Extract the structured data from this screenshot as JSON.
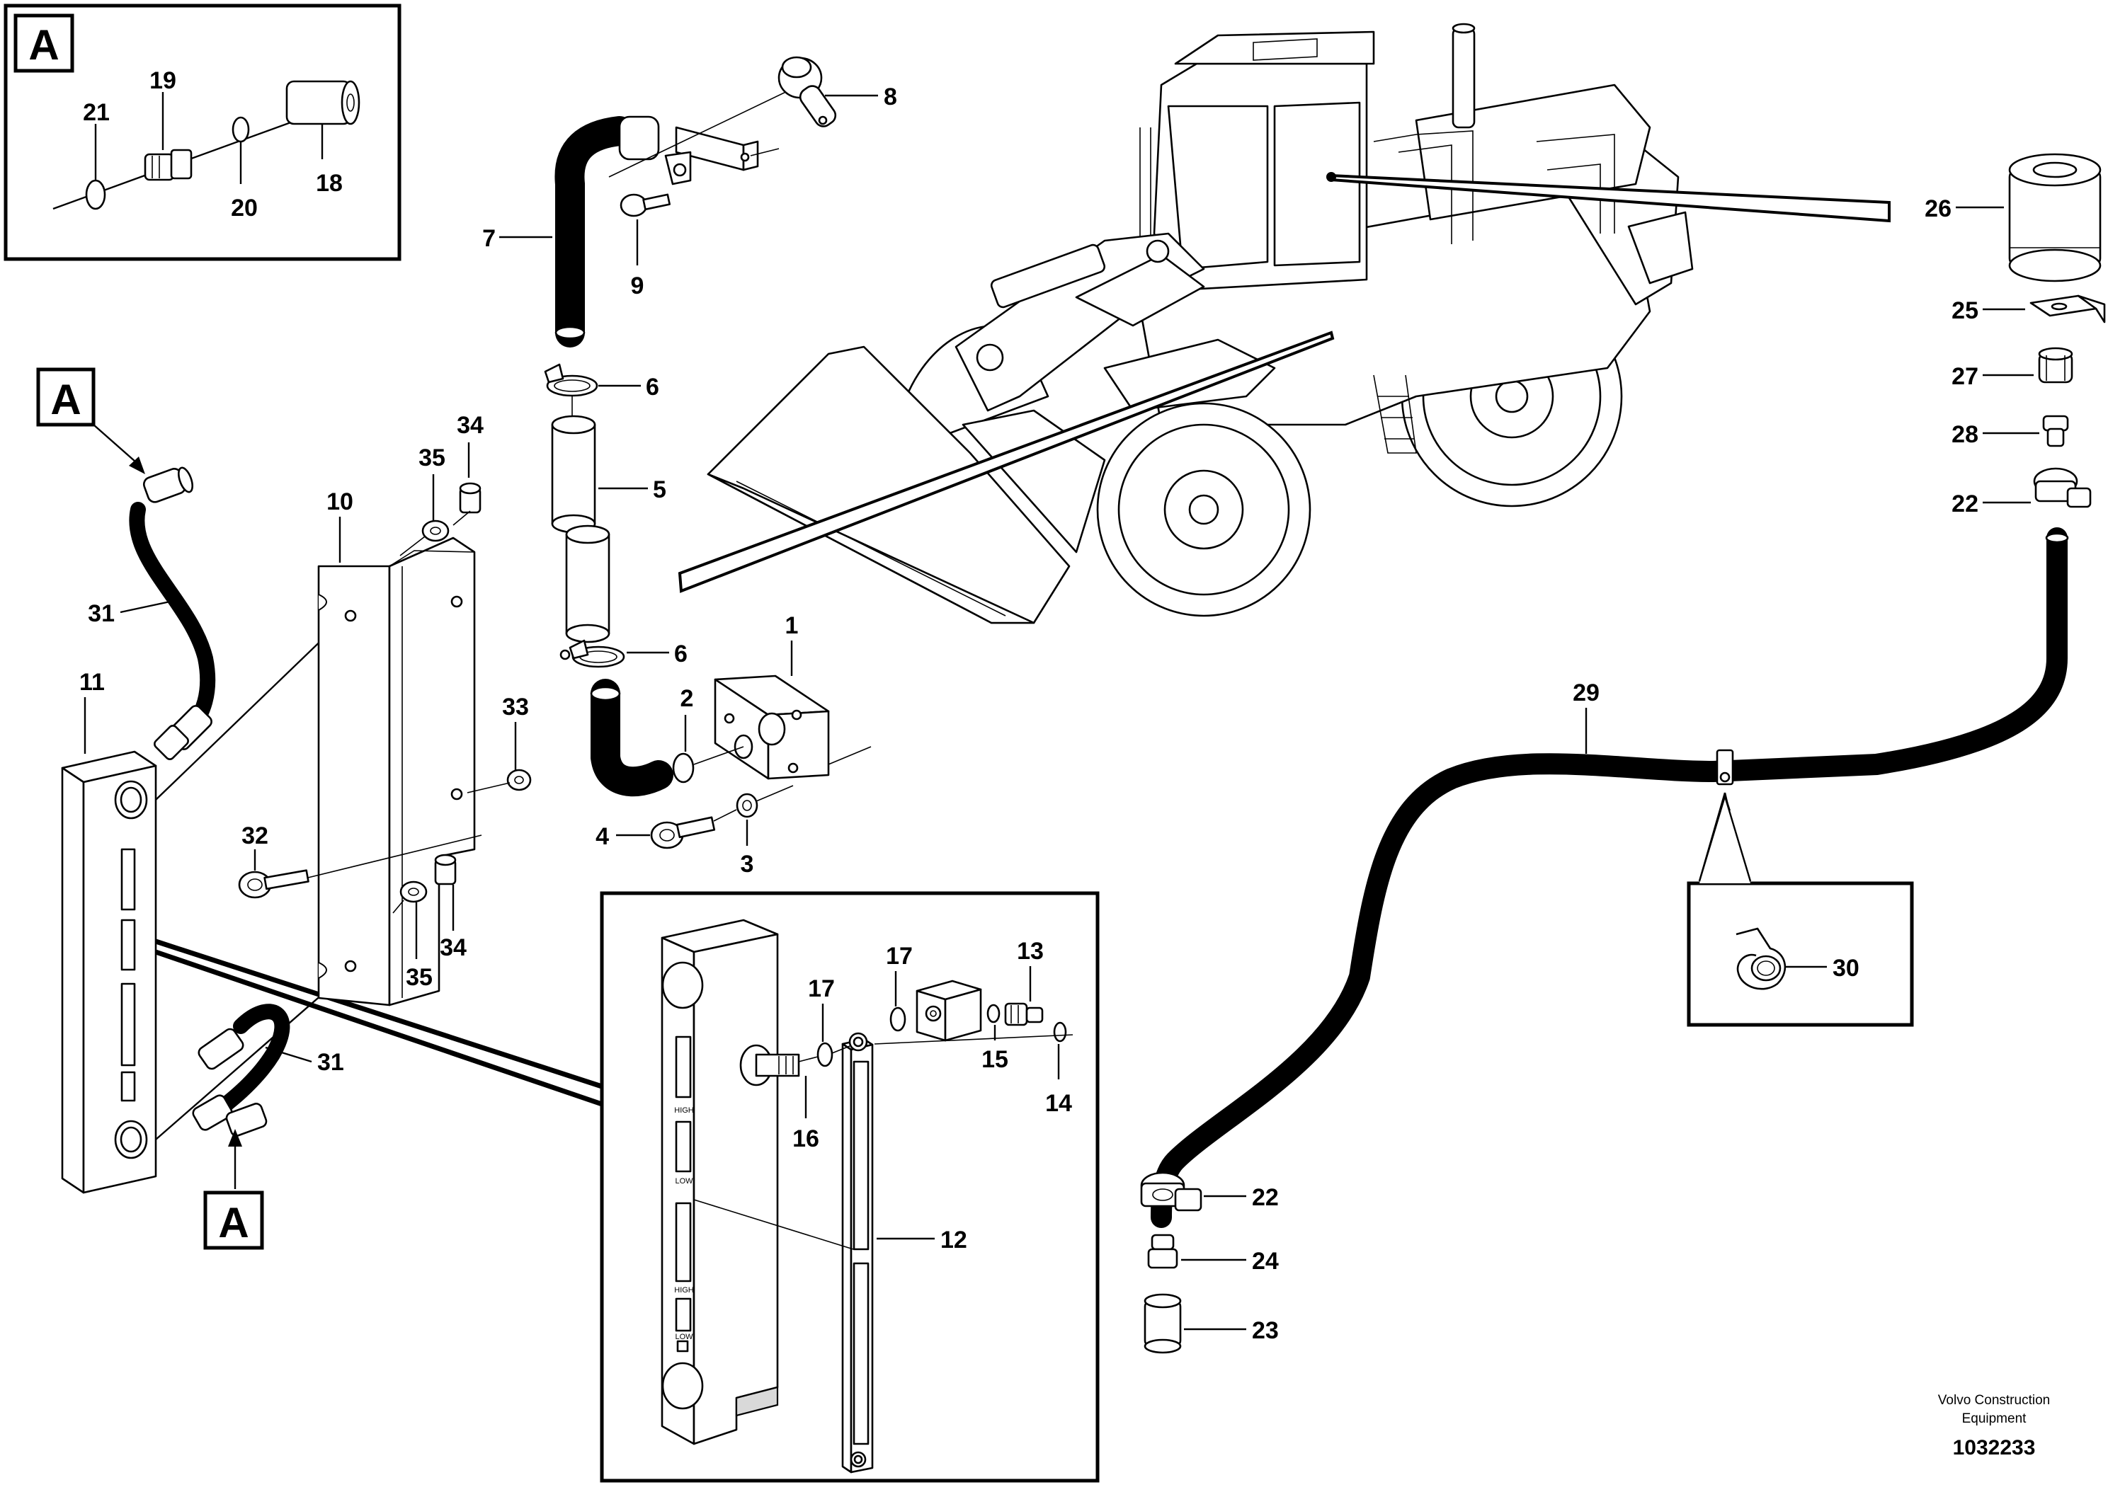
{
  "detail_marker": "A",
  "labels": {
    "p1": "1",
    "p2": "2",
    "p3": "3",
    "p4": "4",
    "p5": "5",
    "p6a": "6",
    "p6b": "6",
    "p7": "7",
    "p8": "8",
    "p9": "9",
    "p10": "10",
    "p11": "11",
    "p12": "12",
    "p13": "13",
    "p14": "14",
    "p15": "15",
    "p16": "16",
    "p17a": "17",
    "p17b": "17",
    "p18": "18",
    "p19": "19",
    "p20": "20",
    "p21": "21",
    "p22a": "22",
    "p22b": "22",
    "p23": "23",
    "p24": "24",
    "p25": "25",
    "p26": "26",
    "p27": "27",
    "p28": "28",
    "p29": "29",
    "p30": "30",
    "p31a": "31",
    "p31b": "31",
    "p32": "32",
    "p33": "33",
    "p34a": "34",
    "p34b": "34",
    "p35a": "35",
    "p35b": "35"
  },
  "gauge_marks": {
    "high": "HIGH",
    "low": "LOW"
  },
  "credit": {
    "line1": "Volvo Construction",
    "line2": "Equipment"
  },
  "figure_number": "1032233"
}
